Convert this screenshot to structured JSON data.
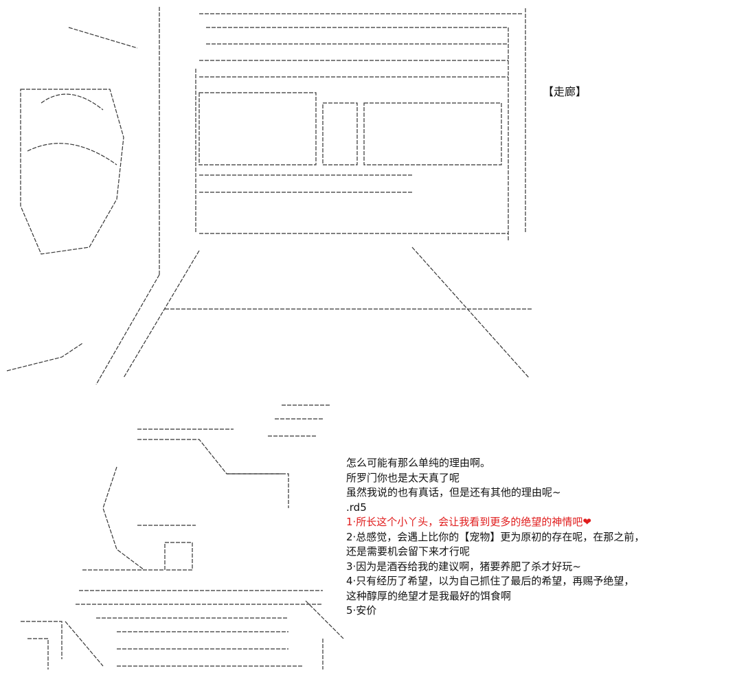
{
  "location_label": "【走廊】",
  "dialogue": [
    {
      "text": " 怎么可能有那么单纯的理由啊。"
    },
    {
      "text": " 所罗门你也是太天真了呢"
    },
    {
      "text": "虽然我说的也有真话，但是还有其他的理由呢~"
    },
    {
      "text": " .rd5"
    },
    {
      "text": "1·所长这个小丫头，会让我看到更多的绝望的神情吧",
      "heart": "❤",
      "color": "#e01c1c"
    },
    {
      "text": "2·总感觉，会遇上比你的【宠物】更为原初的存在呢，在那之前，"
    },
    {
      "text": "还是需要机会留下来才行呢"
    },
    {
      "text": "3·因为是酒吞给我的建议啊，猪要养肥了杀才好玩~"
    },
    {
      "text": "4·只有经历了希望，以为自己抓住了最后的希望，再赐予绝望，"
    },
    {
      "text": " 这种醇厚的绝望才是我最好的饵食啊"
    },
    {
      "text": " 5·安价"
    }
  ]
}
